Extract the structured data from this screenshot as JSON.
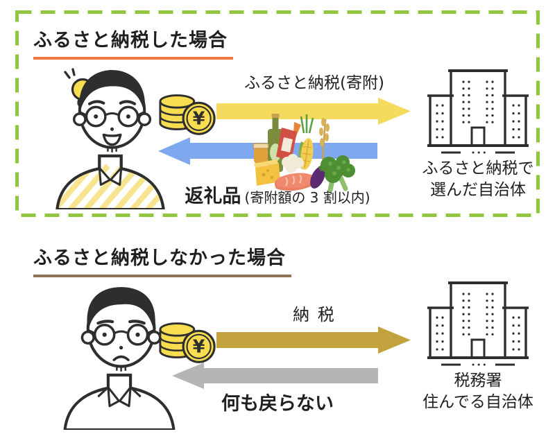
{
  "colors": {
    "border_green": "#8fc73e",
    "underline_orange": "#ef7446",
    "underline_brown": "#8d7556",
    "arrow_yellow": "#f4da5d",
    "arrow_blue": "#7ea9ee",
    "arrow_gold": "#c2a23c",
    "arrow_gray": "#b5b5b5",
    "coin_yellow": "#f9dd51",
    "stripe_yellow": "#f8e48e",
    "ink": "#2e2e2e",
    "text": "#1f1f1f"
  },
  "coin_symbol": "¥",
  "donated": {
    "title": "ふるさと納税した場合",
    "give_arrow_label": "ふるさと納税(寄附)",
    "return_label": "返礼品",
    "return_note": "(寄附額の 3 割以内)",
    "destination_line1": "ふるさと納税で",
    "destination_line2": "選んだ自治体"
  },
  "not_donated": {
    "title": "ふるさと納税しなかった場合",
    "give_arrow_label": "納 税",
    "return_label": "何も戻らない",
    "destination_line1": "税務署",
    "destination_line2": "住んでる自治体"
  }
}
